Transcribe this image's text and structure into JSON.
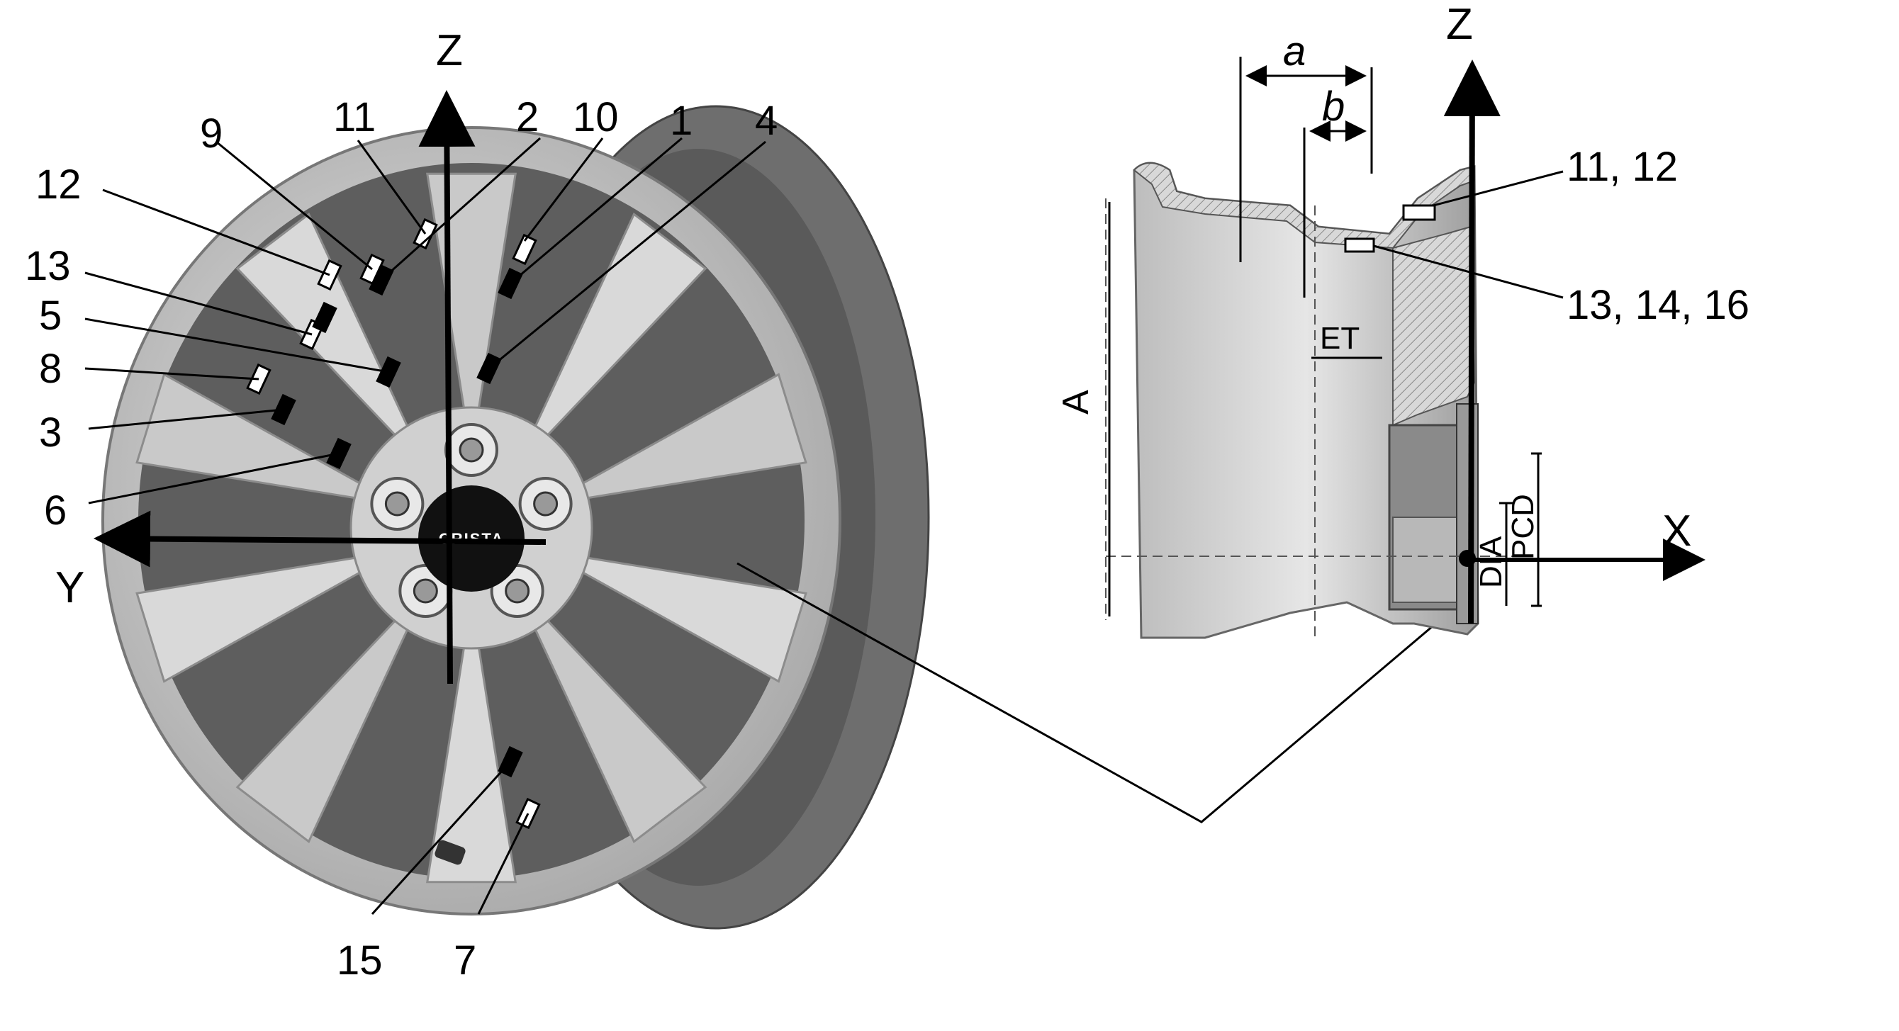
{
  "brand": "CRISTA",
  "axes": {
    "z_left": "Z",
    "y_left": "Y",
    "z_right": "Z",
    "x_right": "X"
  },
  "callouts_left": [
    "12",
    "13",
    "5",
    "8",
    "3",
    "6",
    "9",
    "11",
    "2",
    "10",
    "1",
    "4",
    "15",
    "7"
  ],
  "callouts_right": [
    "11, 12",
    "13, 14, 16"
  ],
  "dimensions": {
    "a": "a",
    "b": "b",
    "et": "ET",
    "A": "A",
    "pcd": "PCD",
    "dia": "DIA"
  },
  "colors": {
    "tire": "#6e6e6e",
    "wheel": "#c4c4c4",
    "hub": "#111111",
    "ink": "#000000"
  }
}
